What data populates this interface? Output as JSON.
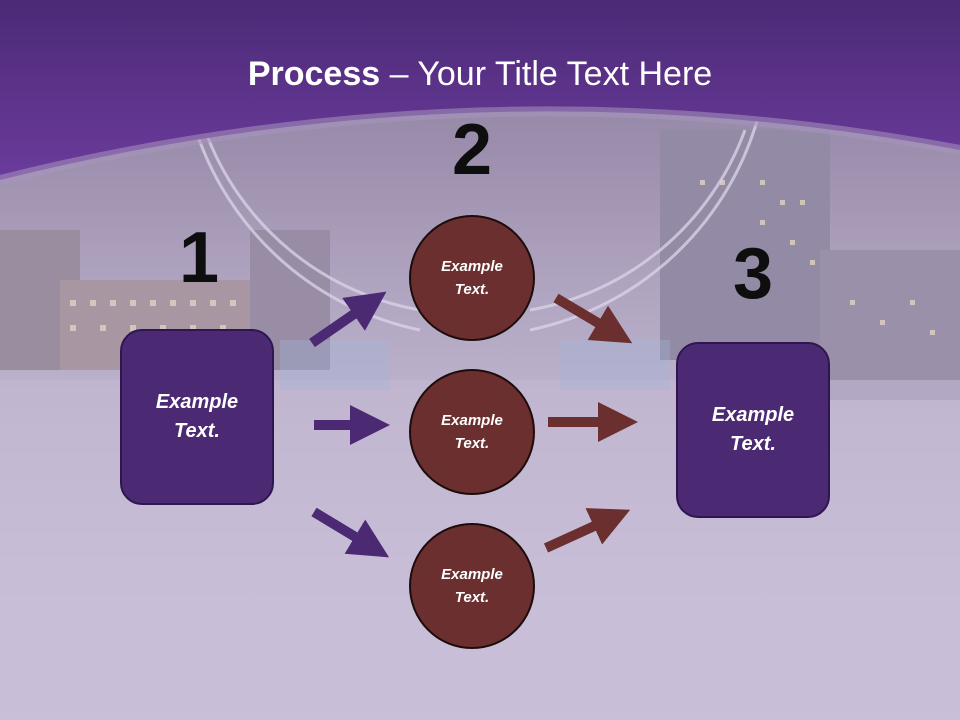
{
  "slide": {
    "title_bold": "Process",
    "title_rest": " – Your Title Text Here"
  },
  "steps": {
    "n1": "1",
    "n2": "2",
    "n3": "3"
  },
  "left_box": {
    "text": "Example\nText."
  },
  "right_box": {
    "text": "Example\nText."
  },
  "circles": [
    {
      "text": "Example\nText."
    },
    {
      "text": "Example\nText."
    },
    {
      "text": "Example\nText."
    }
  ],
  "colors": {
    "header": "#5b3189",
    "box": "#4b2a73",
    "circle": "#6b2f2f",
    "arrow_purple": "#4b2a73",
    "arrow_brown": "#6b2f2f"
  }
}
